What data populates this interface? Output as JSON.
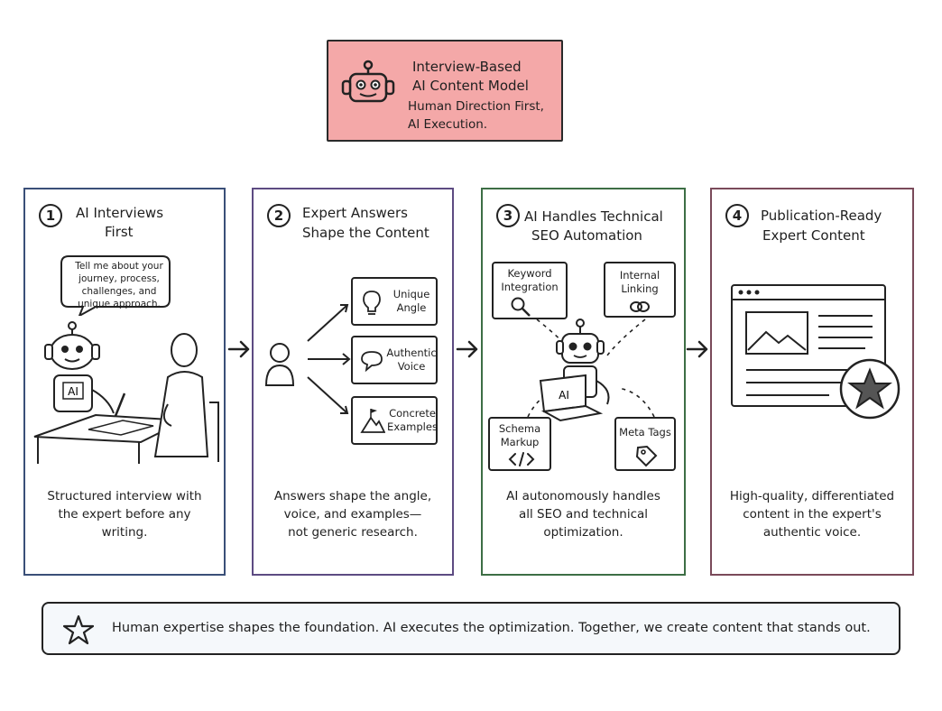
{
  "header": {
    "line1": "Interview-Based",
    "line2": "AI Content Model",
    "line3": "Human Direction First,",
    "line4": "AI Execution."
  },
  "panels": [
    {
      "number": "1",
      "title_line1": "AI Interviews",
      "title_line2": "First",
      "bubble_text": "Tell me about your\njourney, process,\nchallenges, and\nunique approach.",
      "robot_badge": "AI",
      "description": "Structured interview with\nthe expert before any\nwriting."
    },
    {
      "number": "2",
      "title_line1": "Expert Answers",
      "title_line2": "Shape the Content",
      "items": [
        {
          "label": "Unique\nAngle",
          "icon": "lightbulb-icon"
        },
        {
          "label": "Authentic\nVoice",
          "icon": "speech-bubble-icon"
        },
        {
          "label": "Concrete\nExamples",
          "icon": "mountain-flag-icon"
        }
      ],
      "description": "Answers shape the angle,\nvoice, and examples—\nnot generic research."
    },
    {
      "number": "3",
      "title_line1": "AI Handles Technical",
      "title_line2": "SEO Automation",
      "items": [
        {
          "label": "Keyword\nIntegration",
          "icon": "magnifier-icon"
        },
        {
          "label": "Internal\nLinking",
          "icon": "link-icon"
        },
        {
          "label": "Schema\nMarkup",
          "icon": "code-icon"
        },
        {
          "label": "Meta Tags",
          "icon": "tag-icon"
        }
      ],
      "laptop_badge": "AI",
      "description": "AI autonomously handles\nall SEO and technical\noptimization."
    },
    {
      "number": "4",
      "title_line1": "Publication-Ready",
      "title_line2": "Expert Content",
      "description": "High-quality, differentiated\ncontent in the expert's\nauthentic voice."
    }
  ],
  "footer": {
    "text": "Human expertise shapes the foundation. AI executes the optimization. Together, we create content that stands out."
  }
}
